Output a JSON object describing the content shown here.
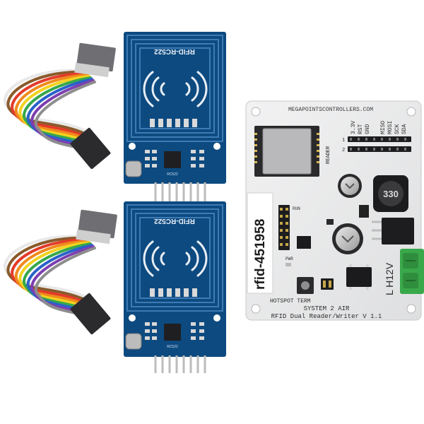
{
  "rfid_modules": [
    {
      "label": "RFID-RC522",
      "chip": "RC522"
    },
    {
      "label": "RFID-RC522",
      "chip": "RC522"
    }
  ],
  "controller_board": {
    "website": "MEGAPOINTSCONTROLLERS.COM",
    "reader_label": "READER",
    "reader_numbers": [
      "1",
      "2"
    ],
    "power_pins": [
      "3.3V",
      "RST",
      "GND"
    ],
    "spi_pins": [
      "MISO",
      "MOSI",
      "SCK",
      "SDA"
    ],
    "sticker": "rfid-451958",
    "run_label": "RUN",
    "pwr_label": "PWR",
    "hotspot_label": "HOTSPOT TERM",
    "title_line1": "SYSTEM 2 AIR",
    "title_line2": "RFID Dual Reader/Writer V 1.1",
    "power_label": "L H12V",
    "inductor_value": "330"
  },
  "colors": {
    "pcb_blue": "#0d4a80",
    "pcb_board": "#e9e9ea",
    "terminal_green": "#39a84a"
  }
}
